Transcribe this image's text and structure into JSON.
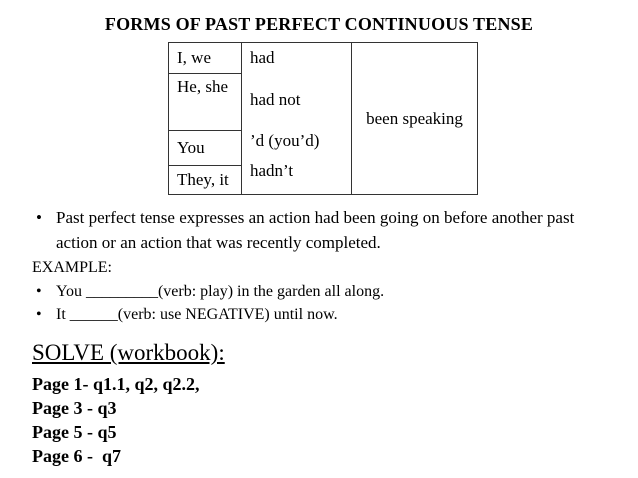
{
  "title": "FORMS OF PAST PERFECT CONTINUOUS TENSE",
  "bullet_char": "•",
  "table": {
    "pronouns": [
      "I, we",
      "He, she",
      "You",
      "They, it"
    ],
    "auxiliaries": [
      "had",
      "had not",
      "’d (you’d)",
      "hadn’t"
    ],
    "participle": "been speaking"
  },
  "definition_bullet": "Past perfect tense expresses an action had been going on before another past action or an action that was recently completed.",
  "example": {
    "heading": "EXAMPLE:",
    "items": [
      "You _________(verb: play) in the garden all along.",
      "It ______(verb: use NEGATIVE) until now."
    ]
  },
  "solve": {
    "heading": "SOLVE (workbook):",
    "pages": [
      "Page 1- q1.1, q2, q2.2,",
      "Page 3 - q3",
      "Page 5 - q5",
      "Page 6 -  q7"
    ]
  },
  "colors": {
    "text": "#000000",
    "background": "#ffffff",
    "border": "#333333"
  }
}
